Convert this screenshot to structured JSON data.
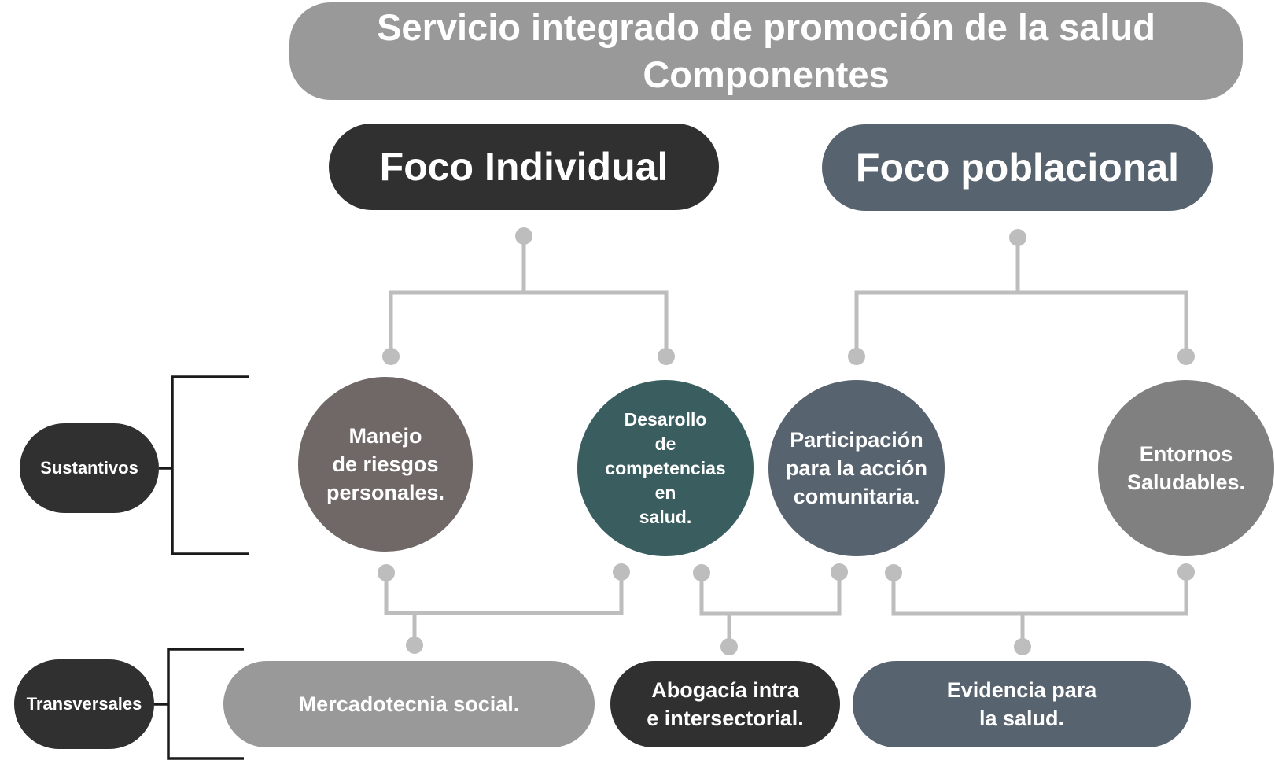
{
  "title": {
    "line1": "Servicio integrado de promoción de la salud",
    "line2": "Componentes"
  },
  "focus": {
    "individual": "Foco Individual",
    "poblacional": "Foco poblacional"
  },
  "levels": {
    "sustantivos": "Sustantivos",
    "transversales": "Transversales"
  },
  "components": [
    {
      "label": "Manejo\nde riesgos\npersonales."
    },
    {
      "label": "Desarollo\nde\ncompetencias\nen\nsalud."
    },
    {
      "label": "Participación\npara la acción\ncomunitaria."
    },
    {
      "label": "Entornos\nSaludables."
    }
  ],
  "transversal": [
    {
      "label": "Mercadotecnia social."
    },
    {
      "label": "Abogacía intra\ne intersectorial."
    },
    {
      "label": "Evidencia para\nla salud."
    }
  ],
  "colors": {
    "title_bg": "#999999",
    "dark": "#303030",
    "slate": "#57636e",
    "brown_gray": "#6f6866",
    "teal": "#3a5e60",
    "gray": "#808080",
    "connector": "#bdbdbd",
    "bracket": "#1a1a1a"
  }
}
